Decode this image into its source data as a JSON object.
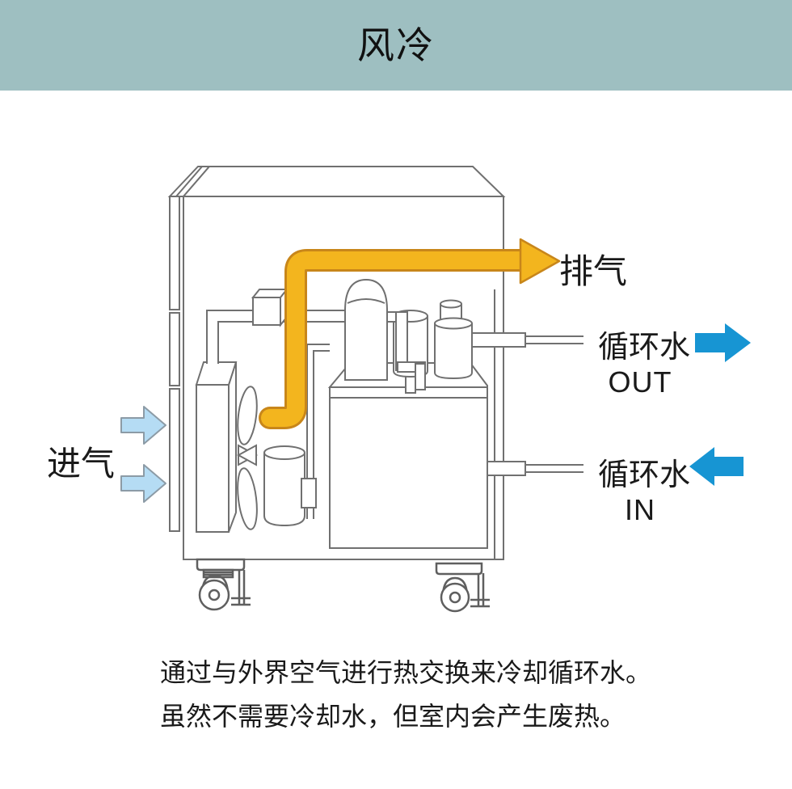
{
  "header": {
    "title": "风冷"
  },
  "diagram": {
    "labels": {
      "exhaust": "排气",
      "intake": "进气",
      "water_out": {
        "name": "循环水",
        "direction": "OUT"
      },
      "water_in": {
        "name": "循环水",
        "direction": "IN"
      }
    }
  },
  "description": {
    "line1": "通过与外界空气进行热交换来冷却循环水。",
    "line2": "虽然不需要冷却水，但室内会产生废热。"
  },
  "colors": {
    "banner": "#9ebfc1",
    "exhaust_fill": "#f3b51e",
    "exhaust_outline": "#c8861a",
    "water_arrow": "#1795d3",
    "intake_fill": "#b5dcf4",
    "intake_outline": "#8c9ba6",
    "line_art": "#707070",
    "text": "#1a1a1a"
  }
}
